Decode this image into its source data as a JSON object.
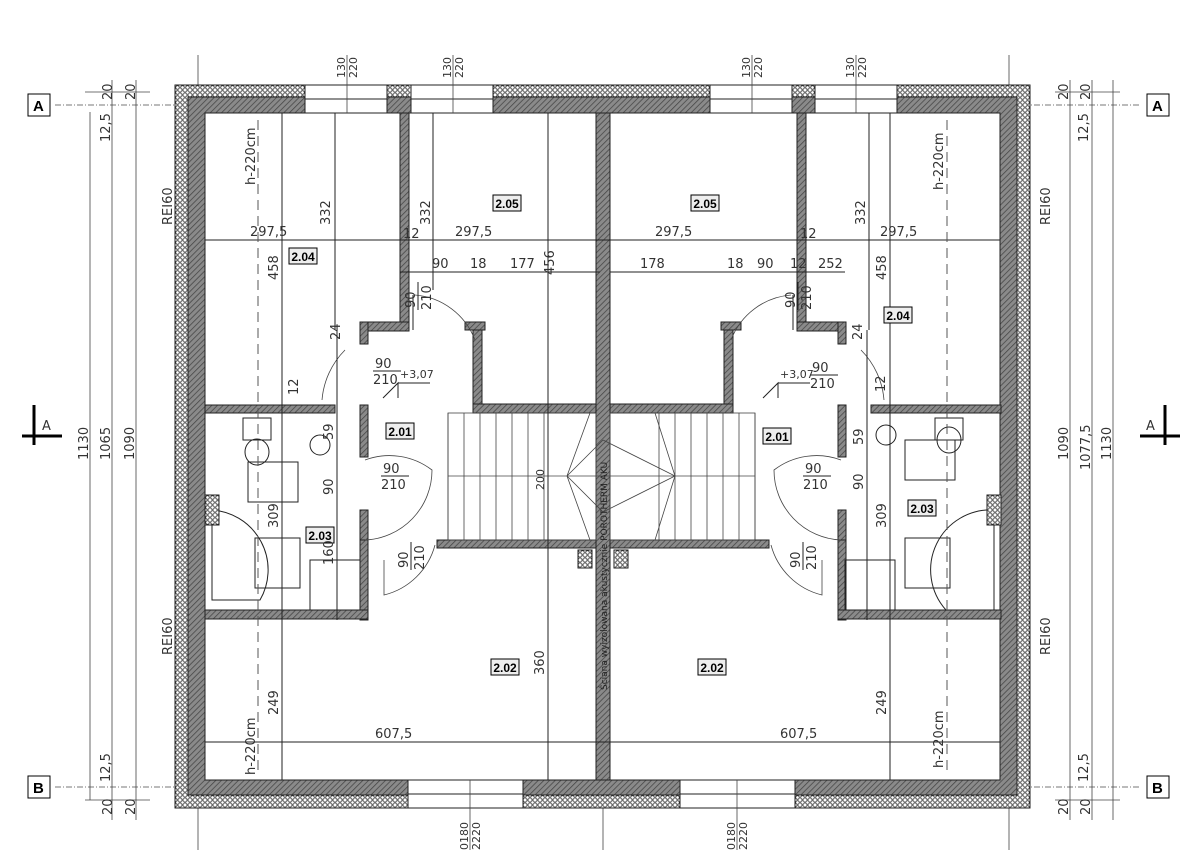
{
  "drawing": {
    "axes": {
      "top_left": "A",
      "top_right": "A",
      "bottom_left": "B",
      "bottom_right": "B",
      "section_left": "A",
      "section_right": "A"
    },
    "rooms": [
      "2.05",
      "2.05",
      "2.04",
      "2.04",
      "2.01",
      "2.01",
      "2.03",
      "2.03",
      "2.02",
      "2.02"
    ],
    "fire_rating": "REI60",
    "ceiling_height": "h-220cm",
    "level": "+3,07",
    "stair_dim": "200",
    "party_wall_text": "Ściana wyizolowana akustycznie POROTHERM AKU",
    "door": {
      "width": "90",
      "height": "210"
    },
    "window_top": {
      "sill": "130",
      "height": "220"
    },
    "window_bottom": {
      "sill": "0180",
      "height": "2220"
    },
    "dims": {
      "d297_5": "297,5",
      "d332": "332",
      "d458": "458",
      "d12": "12",
      "d90": "90",
      "d18": "18",
      "d177": "177",
      "d456": "456",
      "d178": "178",
      "d252": "252",
      "d607_5": "607,5",
      "d249": "249",
      "d360": "360",
      "d309": "309",
      "d160": "160",
      "d59": "59",
      "d24": "24",
      "d12_5": "12,5",
      "d20": "20",
      "left_total_1": "1130",
      "left_total_2": "1065",
      "left_total_3": "1090",
      "right_total_1": "1090",
      "right_total_2": "1077,5",
      "right_total_3": "1130"
    }
  }
}
